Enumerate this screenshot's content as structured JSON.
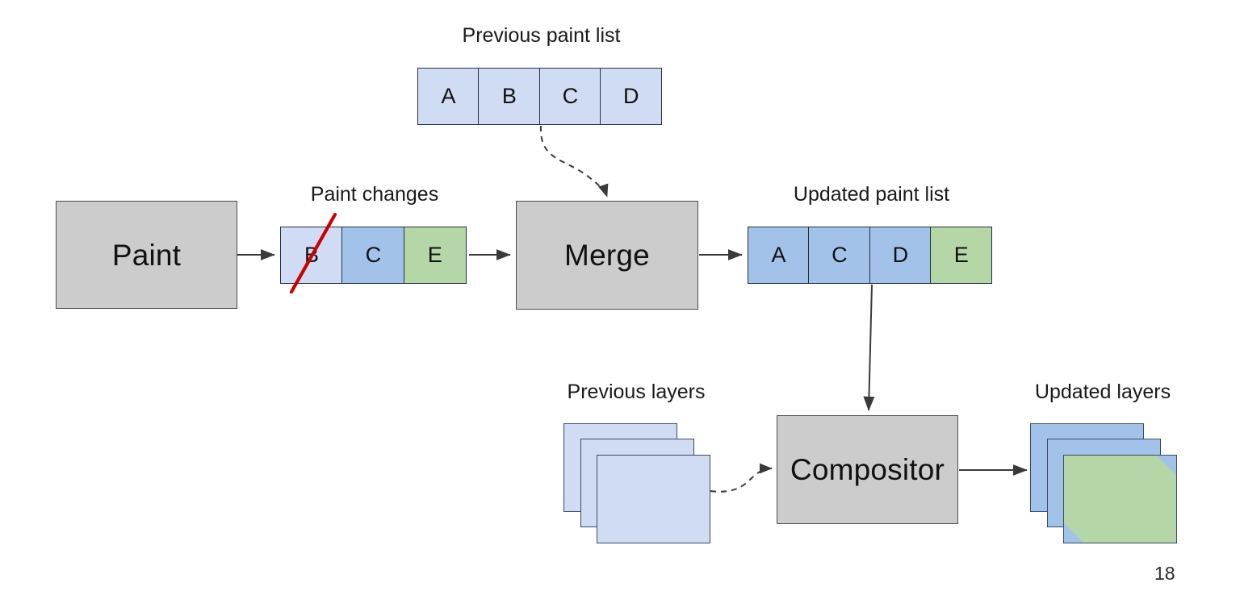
{
  "slide": {
    "page_number": "18",
    "background_color": "#ffffff"
  },
  "palette": {
    "light_blue": "#cfdcf3",
    "blue": "#a3c2ea",
    "green": "#b5d6a7",
    "gray_box": "#cccccc",
    "gray_box_border": "#4d4d4d",
    "cell_border": "#25303f",
    "strike_red": "#cc0000",
    "connector": "#3a3a3a",
    "text": "#1a1a1a"
  },
  "nodes": {
    "paint": {
      "label": "Paint"
    },
    "merge": {
      "label": "Merge"
    },
    "compositor": {
      "label": "Compositor"
    }
  },
  "captions": {
    "previous_paint_list": "Previous paint list",
    "paint_changes": "Paint changes",
    "updated_paint_list": "Updated paint list",
    "previous_layers": "Previous layers",
    "updated_layers": "Updated layers"
  },
  "previous_paint_list": {
    "cells": [
      {
        "label": "A",
        "color": "lightblue",
        "struck": false
      },
      {
        "label": "B",
        "color": "lightblue",
        "struck": false
      },
      {
        "label": "C",
        "color": "lightblue",
        "struck": false
      },
      {
        "label": "D",
        "color": "lightblue",
        "struck": false
      }
    ]
  },
  "paint_changes": {
    "cells": [
      {
        "label": "B",
        "color": "lightblue",
        "struck": true
      },
      {
        "label": "C",
        "color": "blue",
        "struck": false
      },
      {
        "label": "E",
        "color": "green",
        "struck": false
      }
    ]
  },
  "updated_paint_list": {
    "cells": [
      {
        "label": "A",
        "color": "blue",
        "struck": false
      },
      {
        "label": "C",
        "color": "blue",
        "struck": false
      },
      {
        "label": "D",
        "color": "blue",
        "struck": false
      },
      {
        "label": "E",
        "color": "green",
        "struck": false
      }
    ]
  },
  "previous_layers": {
    "count": 3,
    "layer_colors": [
      "lightblue",
      "lightblue",
      "lightblue"
    ]
  },
  "updated_layers": {
    "count": 3,
    "layer_colors": [
      "blue",
      "blue",
      "blue"
    ],
    "front_overlay_color": "green"
  },
  "connectors": [
    {
      "name": "paint-to-paint-changes",
      "style": "solid",
      "arrow": true
    },
    {
      "name": "paint-changes-to-merge",
      "style": "solid",
      "arrow": true
    },
    {
      "name": "previous-paint-list-to-merge",
      "style": "dashed",
      "arrow": true
    },
    {
      "name": "merge-to-updated-paint-list",
      "style": "solid",
      "arrow": true
    },
    {
      "name": "updated-paint-list-to-compositor",
      "style": "solid",
      "arrow": true
    },
    {
      "name": "previous-layers-to-compositor",
      "style": "dashed",
      "arrow": true
    },
    {
      "name": "compositor-to-updated-layers",
      "style": "solid",
      "arrow": true
    }
  ]
}
